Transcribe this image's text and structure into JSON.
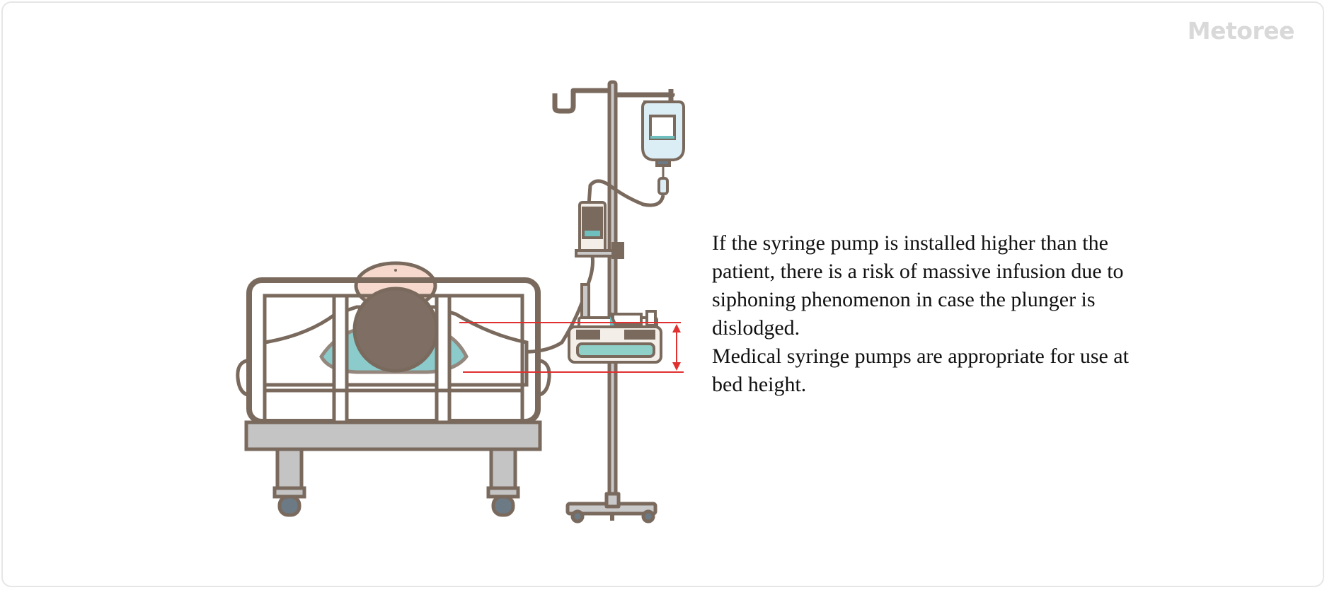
{
  "brand": {
    "logo_text": "Metoree",
    "logo_color": "#d9d9d9"
  },
  "caption": {
    "paragraph1": "If the syringe pump is installed higher than the patient, there is a risk of massive infusion due to siphoning phenomenon in case the plunger is dislodged.",
    "paragraph2": "Medical syringe pumps are appropriate for use at bed height."
  },
  "illustration": {
    "elements": [
      "hospital-bed",
      "patient-head",
      "iv-pole",
      "iv-bag",
      "infusion-pump",
      "syringe-pump",
      "height-difference-arrow"
    ],
    "colors": {
      "outline": "#7a6a5e",
      "bed_frame": "#ffffff",
      "bed_base": "#c4c4c4",
      "hair": "#7f6e64",
      "skin": "#f6d9cc",
      "teal": "#6fbfbf",
      "bag": "#dbeef5",
      "wheel": "#6b7a85",
      "measure_line": "#e03030"
    }
  }
}
